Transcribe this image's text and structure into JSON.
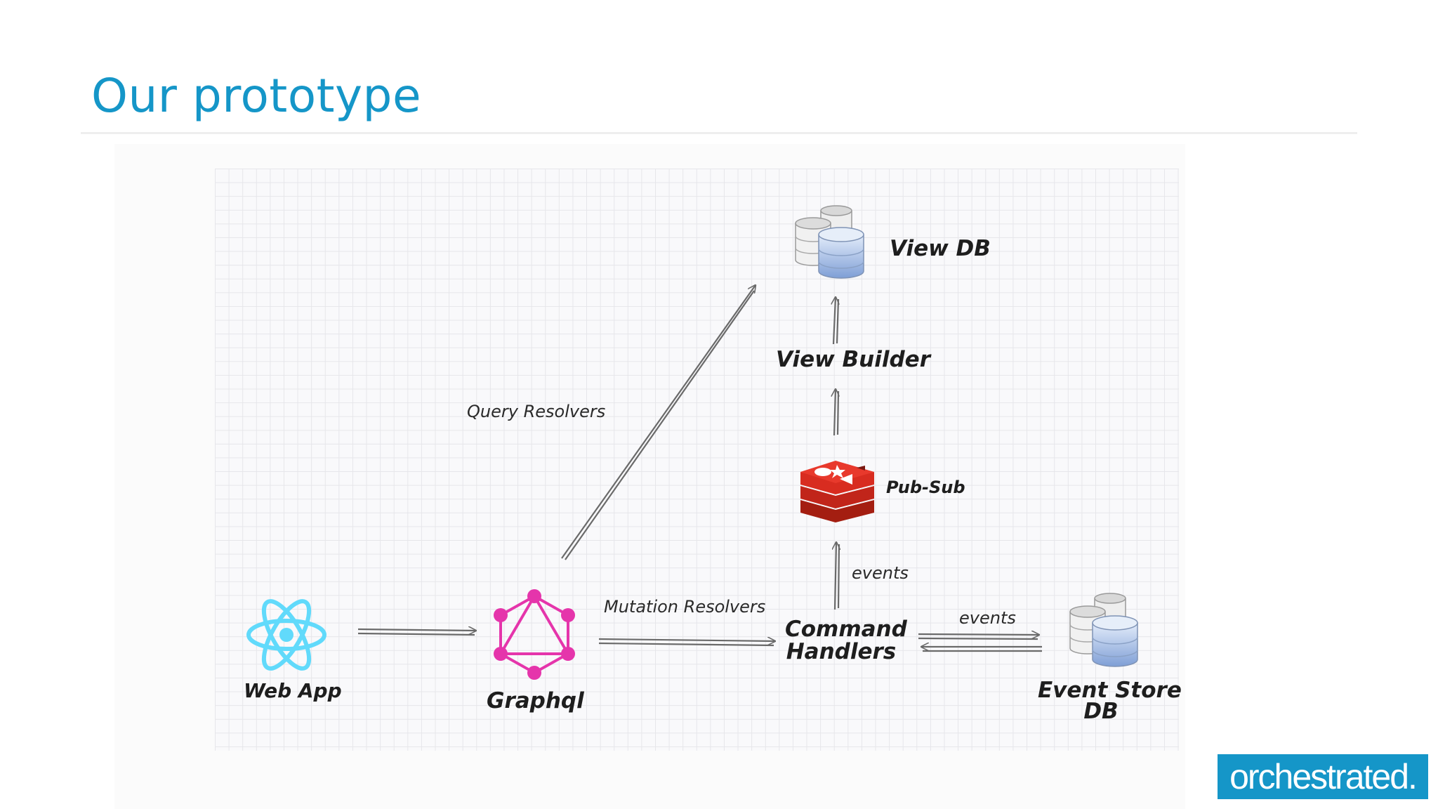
{
  "slide": {
    "title": "Our prototype",
    "logo_text": "orchestrated."
  },
  "diagram": {
    "nodes": {
      "web_app": "Web App",
      "graphql": "Graphql",
      "command_handlers_line1": "Command",
      "command_handlers_line2": "Handlers",
      "event_store_line1": "Event Store",
      "event_store_line2": "DB",
      "pub_sub": "Pub-Sub",
      "view_builder": "View Builder",
      "view_db": "View DB"
    },
    "edges": {
      "query_resolvers": "Query Resolvers",
      "mutation_resolvers": "Mutation Resolvers",
      "events_up": "events",
      "events_right": "events"
    },
    "icons": {
      "web_app": "react-atom-icon",
      "graphql": "graphql-logo-icon",
      "pub_sub": "redis-logo-icon",
      "view_db": "database-stack-icon",
      "event_store": "database-stack-icon"
    },
    "colors": {
      "react": "#61dafb",
      "graphql": "#e535ab",
      "redis": "#d82c20",
      "db_blue": "#8faee0"
    }
  }
}
